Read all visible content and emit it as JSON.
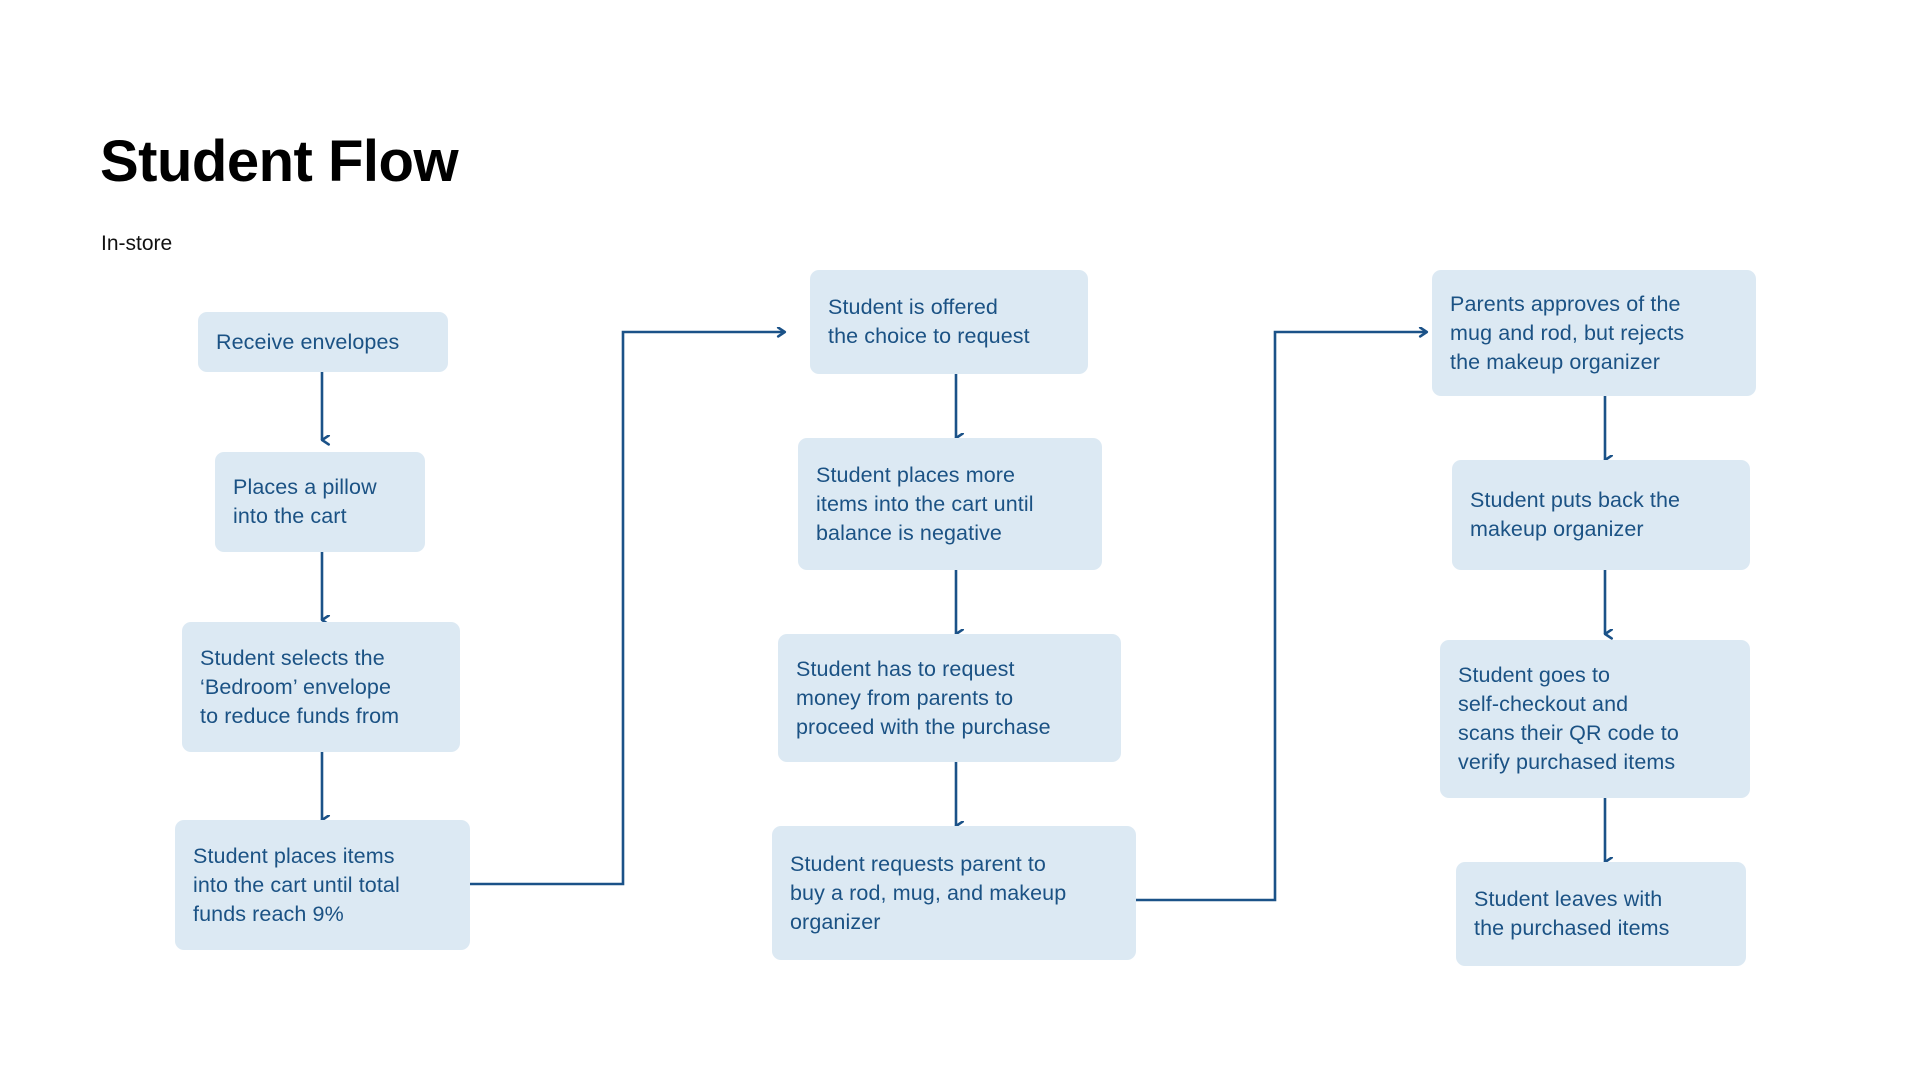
{
  "header": {
    "title": "Student Flow",
    "subtitle": "In-store"
  },
  "colors": {
    "node_fill": "#dce9f3",
    "node_text": "#1b5284",
    "connector": "#1b5288",
    "background": "#ffffff",
    "title_text": "#000000"
  },
  "columns": [
    {
      "name": "column-1",
      "nodes": [
        {
          "id": "n1",
          "label": "Receive envelopes"
        },
        {
          "id": "n2",
          "label": "Places a pillow\ninto the cart"
        },
        {
          "id": "n3",
          "label": "Student selects the\n ‘Bedroom’ envelope\nto reduce funds from"
        },
        {
          "id": "n4",
          "label": "Student places items\ninto the cart until total\nfunds reach 9%"
        }
      ]
    },
    {
      "name": "column-2",
      "nodes": [
        {
          "id": "n5",
          "label": "Student is offered\nthe choice to request"
        },
        {
          "id": "n6",
          "label": "Student places more\nitems into the cart until\nbalance is negative"
        },
        {
          "id": "n7",
          "label": "Student has to request\nmoney from parents to\nproceed with the purchase"
        },
        {
          "id": "n8",
          "label": "Student requests parent to\nbuy a rod, mug, and makeup\norganizer"
        }
      ]
    },
    {
      "name": "column-3",
      "nodes": [
        {
          "id": "n9",
          "label": "Parents approves of the\nmug and rod, but rejects\nthe makeup organizer"
        },
        {
          "id": "n10",
          "label": "Student puts back the\nmakeup organizer"
        },
        {
          "id": "n11",
          "label": "Student goes to\nself-checkout and\n scans their QR code to\nverify purchased items"
        },
        {
          "id": "n12",
          "label": "Student leaves with\nthe purchased items"
        }
      ]
    }
  ],
  "connectors": [
    {
      "id": "c1",
      "from": "n1",
      "to": "n2",
      "kind": "vertical-arrow"
    },
    {
      "id": "c2",
      "from": "n2",
      "to": "n3",
      "kind": "vertical-arrow"
    },
    {
      "id": "c3",
      "from": "n3",
      "to": "n4",
      "kind": "vertical-arrow"
    },
    {
      "id": "c4",
      "from": "n4",
      "to": "n5",
      "kind": "elbow-arrow"
    },
    {
      "id": "c5",
      "from": "n5",
      "to": "n6",
      "kind": "vertical-arrow"
    },
    {
      "id": "c6",
      "from": "n6",
      "to": "n7",
      "kind": "vertical-arrow"
    },
    {
      "id": "c7",
      "from": "n7",
      "to": "n8",
      "kind": "vertical-arrow"
    },
    {
      "id": "c8",
      "from": "n8",
      "to": "n9",
      "kind": "elbow-arrow"
    },
    {
      "id": "c9",
      "from": "n9",
      "to": "n10",
      "kind": "vertical-arrow"
    },
    {
      "id": "c10",
      "from": "n10",
      "to": "n11",
      "kind": "vertical-arrow"
    },
    {
      "id": "c11",
      "from": "n11",
      "to": "n12",
      "kind": "vertical-arrow"
    }
  ]
}
